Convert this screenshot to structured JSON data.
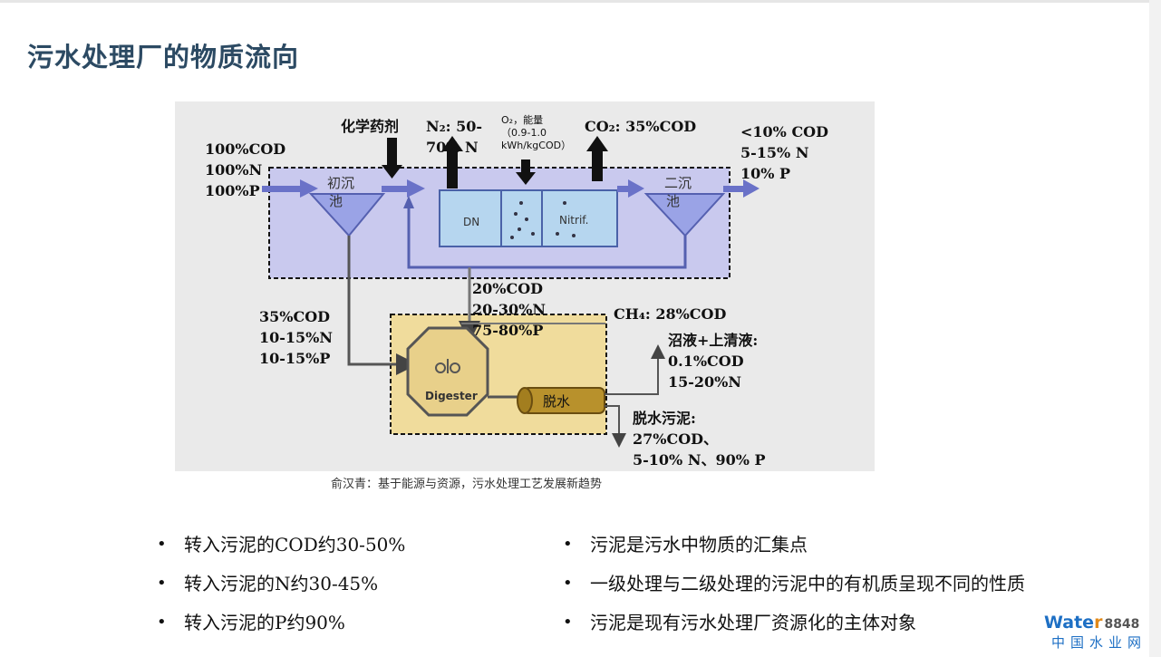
{
  "slide": {
    "title": "污水处理厂的物质流向",
    "caption": "俞汉青：基于能源与资源，污水处理工艺发展新趋势"
  },
  "diagram": {
    "influent": [
      "100%COD",
      "100%N",
      "100%P"
    ],
    "chemicals": "化学药剂",
    "n2": [
      "N₂: 50-",
      "70% N"
    ],
    "o2": [
      "O₂，能量",
      "（0.9-1.0",
      "kWh/kgCOD）"
    ],
    "co2": "CO₂: 35%COD",
    "effluent": [
      "<10% COD",
      "5-15% N",
      "10% P"
    ],
    "primary_clarifier": [
      "初沉",
      "池"
    ],
    "secondary_clarifier": [
      "二沉",
      "池"
    ],
    "dn": "DN",
    "nitrif": "Nitrif.",
    "primary_sludge": [
      "35%COD",
      "10-15%N",
      "10-15%P"
    ],
    "secondary_sludge": [
      "20%COD",
      "20-30%N",
      "75-80%P"
    ],
    "ch4": "CH₄: 28%COD",
    "digester": "Digester",
    "dewater": "脱水",
    "supernatant": [
      "沼液+上清液:",
      "0.1%COD",
      "15-20%N"
    ],
    "dewatered_sludge": [
      "脱水污泥:",
      "27%COD、",
      "5-10% N、90% P"
    ]
  },
  "bullets_left": [
    "转入污泥的COD约30-50%",
    "转入污泥的N约30-45%",
    "转入污泥的P约90%"
  ],
  "bullets_right": [
    "污泥是污水中物质的汇集点",
    "一级处理与二级处理的污泥中的有机质呈现不同的性质",
    "污泥是现有污水处理厂资源化的主体对象"
  ],
  "bullet_symbol": "•",
  "logo": {
    "brand_a": "Wate",
    "brand_b": "r",
    "num": "8848",
    "net": "中国水业网"
  }
}
